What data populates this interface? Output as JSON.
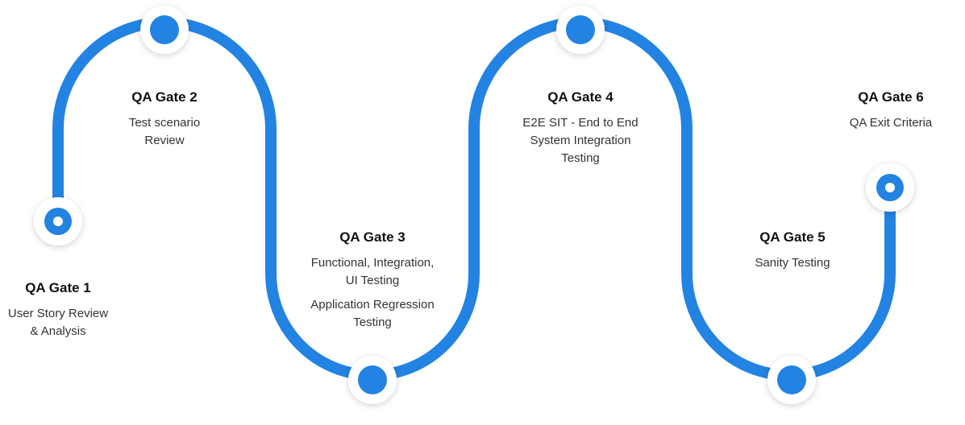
{
  "accent_color": "#2283e2",
  "gates": [
    {
      "title": "QA Gate 1",
      "desc": [
        "User Story Review",
        "& Analysis"
      ],
      "extra": []
    },
    {
      "title": "QA Gate 2",
      "desc": [
        "Test scenario",
        "Review"
      ],
      "extra": []
    },
    {
      "title": "QA Gate 3",
      "desc": [
        "Functional, Integration,",
        "UI Testing"
      ],
      "extra": [
        "Application Regression",
        "Testing"
      ]
    },
    {
      "title": "QA Gate 4",
      "desc": [
        "E2E SIT - End to End",
        "System Integration",
        "Testing"
      ],
      "extra": []
    },
    {
      "title": "QA Gate 5",
      "desc": [
        "Sanity Testing"
      ],
      "extra": []
    },
    {
      "title": "QA Gate 6",
      "desc": [
        "QA Exit Criteria"
      ],
      "extra": []
    }
  ]
}
